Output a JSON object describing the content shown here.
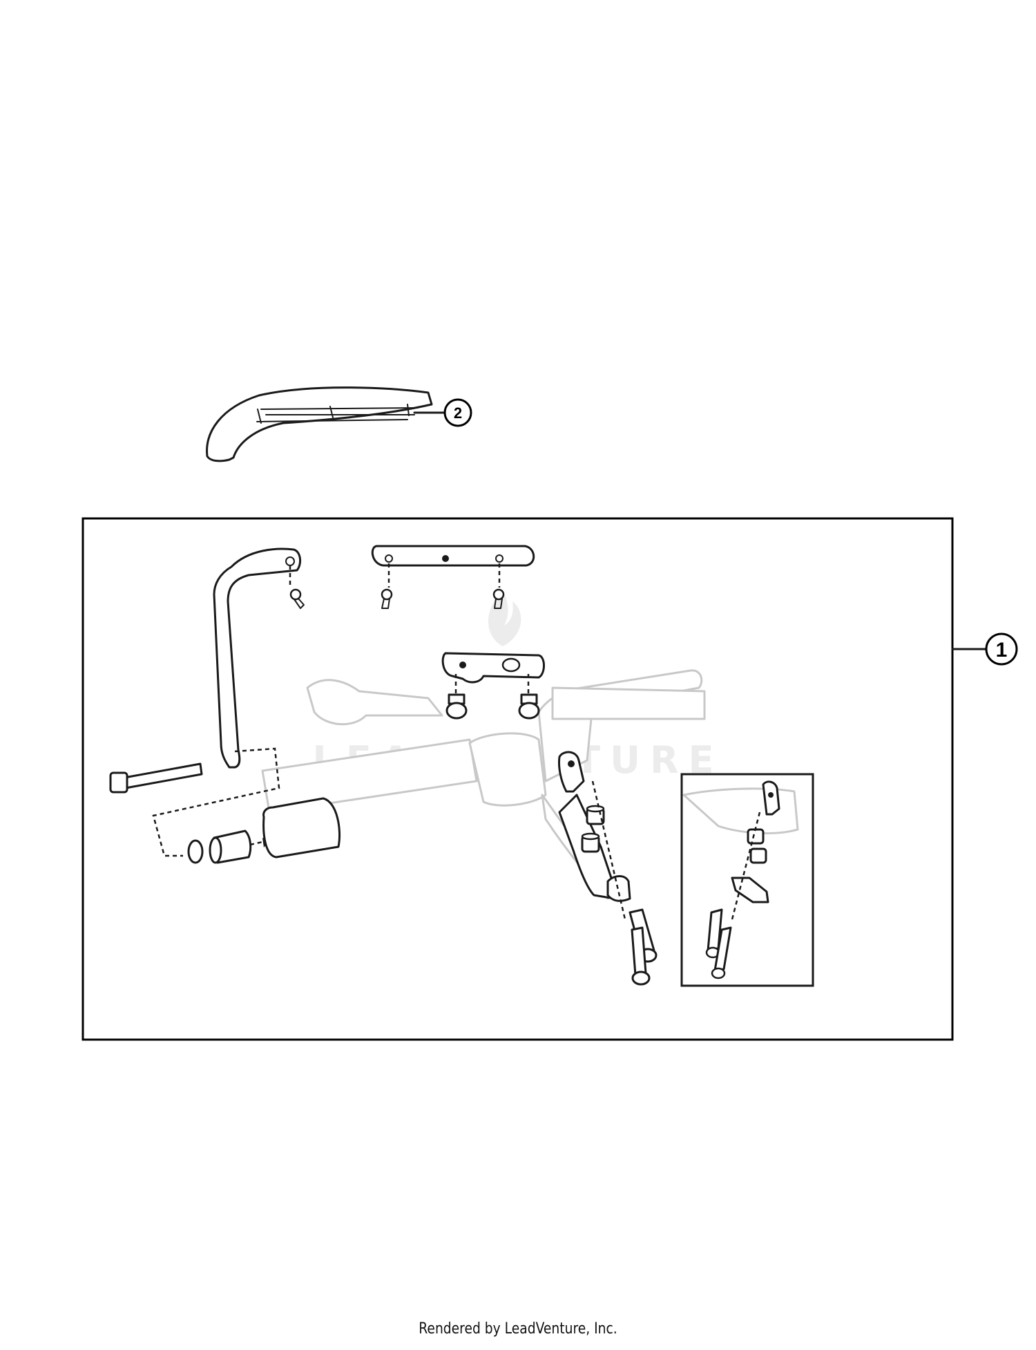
{
  "callouts": [
    {
      "label": "1"
    },
    {
      "label": "2"
    }
  ],
  "watermark": "LEADVENTURE",
  "footer_text": "Rendered by LeadVenture, Inc.",
  "colors": {
    "line": "#1a1a1a",
    "ghost_line": "#c8c8c8",
    "watermark": "#ececec",
    "background": "#ffffff"
  },
  "icons": [
    "flame-watermark-icon"
  ]
}
